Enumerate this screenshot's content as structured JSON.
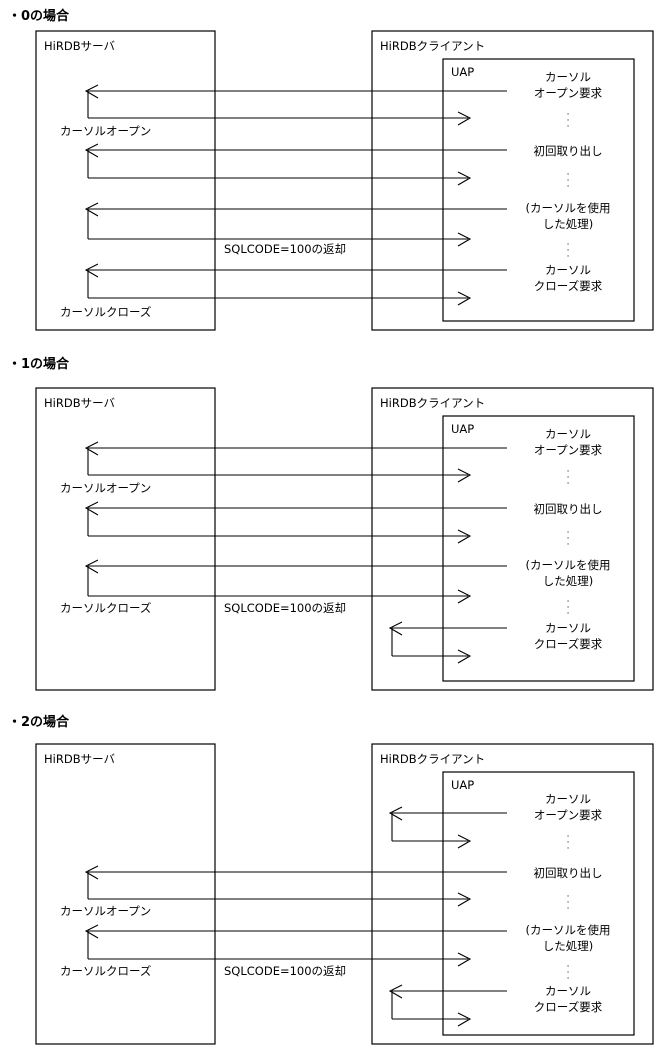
{
  "diagram": {
    "type": "sequence-diagram",
    "description": "HiRDB server / client cursor open-fetch-close message flow for PDCURSORLVL values 0, 1, 2",
    "common": {
      "server_box_label": "HiRDBサーバ",
      "client_box_label": "HiRDBクライアント",
      "uap_box_label": "UAP",
      "server_open_label": "カーソルオープン",
      "server_close_label": "カーソルクローズ",
      "sqlcode_label": "SQLCODE=100の返却",
      "uap_steps": [
        {
          "id": "cursor-open-request",
          "line1": "カーソル",
          "line2": "オープン要求"
        },
        {
          "id": "first-fetch",
          "line1": "初回取り出し",
          "line2": ""
        },
        {
          "id": "cursor-process",
          "line1": "(カーソルを使用",
          "line2": "した処理)"
        },
        {
          "id": "cursor-close-request",
          "line1": "カーソル",
          "line2": "クローズ要求"
        }
      ],
      "ellipsis_glyph": "·"
    },
    "sections": [
      {
        "id": "case-0",
        "title": "・0の場合",
        "server_reaches": [
          "cursor-open-request",
          "first-fetch",
          "cursor-process",
          "cursor-close-request"
        ],
        "client_local": []
      },
      {
        "id": "case-1",
        "title": "・1の場合",
        "server_reaches": [
          "cursor-open-request",
          "first-fetch",
          "cursor-process"
        ],
        "client_local": [
          "cursor-close-request"
        ]
      },
      {
        "id": "case-2",
        "title": "・2の場合",
        "server_reaches": [
          "first-fetch",
          "cursor-process"
        ],
        "client_local": [
          "cursor-open-request",
          "cursor-close-request"
        ]
      }
    ]
  },
  "colors": {
    "stroke": "#000000",
    "background": "#ffffff"
  }
}
